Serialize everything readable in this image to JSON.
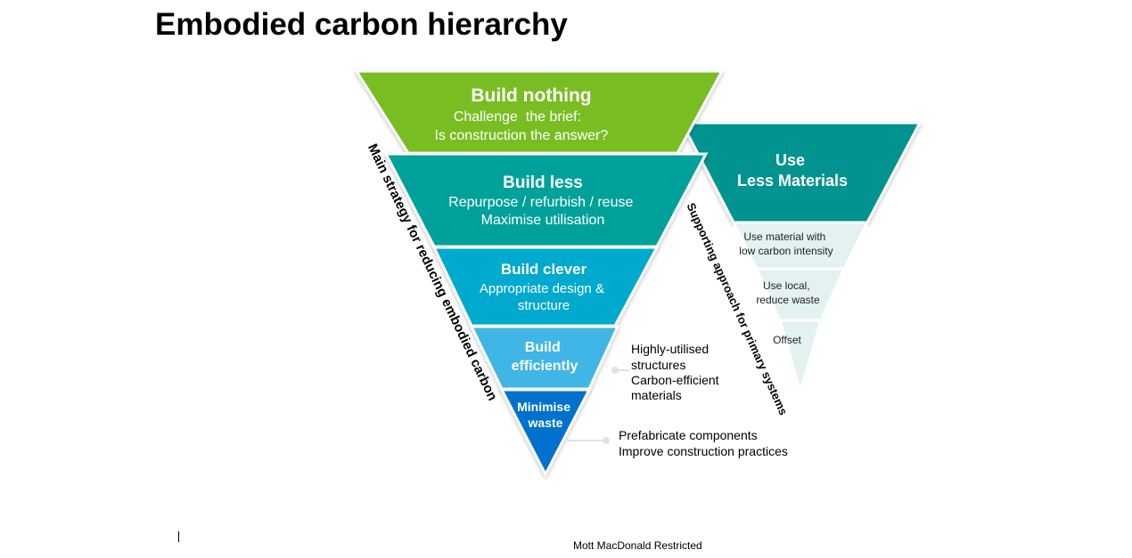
{
  "title": "Embodied carbon hierarchy",
  "main_hierarchy": {
    "side_label": "Main strategy for reducing embodied carbon",
    "levels": [
      {
        "heading": "Build nothing",
        "lines": [
          "Challenge  the brief:",
          "Is construction the answer?"
        ],
        "color": "#78BE20"
      },
      {
        "heading": "Build less",
        "lines": [
          "Repurpose / refurbish / reuse",
          "Maximise utilisation"
        ],
        "color": "#00A19A"
      },
      {
        "heading": "Build clever",
        "lines": [
          "Appropriate design &",
          "structure"
        ],
        "color": "#00A9CE"
      },
      {
        "heading_lines": [
          "Build",
          "efficiently"
        ],
        "color": "#41B6E6"
      },
      {
        "heading_lines": [
          "Minimise",
          "waste"
        ],
        "color": "#0072CE"
      }
    ],
    "callouts": [
      {
        "lines": [
          "Highly-utilised",
          "structures",
          "Carbon-efficient",
          "materials"
        ]
      },
      {
        "lines": [
          "Prefabricate components",
          "Improve construction practices"
        ]
      }
    ]
  },
  "supporting_hierarchy": {
    "side_label": "Supporting approach for primary systems",
    "heading_lines": [
      "Use",
      "Less Materials"
    ],
    "heading_color": "#009390",
    "levels": [
      {
        "lines": [
          "Use material with",
          "low carbon intensity"
        ]
      },
      {
        "lines": [
          "Use local,",
          "reduce waste"
        ]
      },
      {
        "lines": [
          "Offset"
        ]
      }
    ],
    "light_color": "#E4F1F1"
  },
  "footer": "Mott MacDonald Restricted"
}
